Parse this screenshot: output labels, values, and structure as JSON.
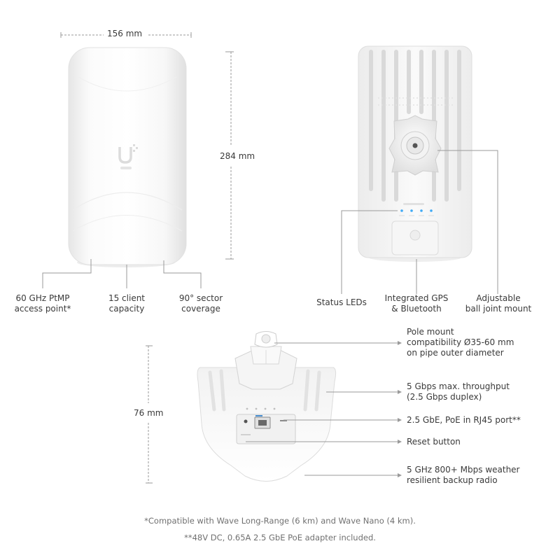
{
  "dimensions": {
    "width": "156 mm",
    "height": "284 mm",
    "depth": "76 mm"
  },
  "front_callouts": [
    {
      "line1": "60 GHz PtMP",
      "line2": "access point*"
    },
    {
      "line1": "15 client",
      "line2": "capacity"
    },
    {
      "line1": "90° sector",
      "line2": "coverage"
    }
  ],
  "back_callouts": [
    {
      "line1": "Status LEDs",
      "line2": ""
    },
    {
      "line1": "Integrated GPS",
      "line2": "& Bluetooth"
    },
    {
      "line1": "Adjustable",
      "line2": "ball joint mount"
    }
  ],
  "bottom_callouts": [
    {
      "line1": "Pole mount",
      "line2": "compatibility Ø35-60 mm",
      "line3": "on pipe outer diameter"
    },
    {
      "line1": "5 Gbps max. throughput",
      "line2": "(2.5 Gbps duplex)",
      "line3": ""
    },
    {
      "line1": "2.5 GbE, PoE in RJ45 port**",
      "line2": "",
      "line3": ""
    },
    {
      "line1": "Reset button",
      "line2": "",
      "line3": ""
    },
    {
      "line1": "5 GHz 800+ Mbps weather",
      "line2": "resilient backup radio",
      "line3": ""
    }
  ],
  "footnotes": [
    "*Compatible with Wave Long-Range (6 km) and Wave Nano (4 km).",
    "**48V DC, 0.65A 2.5 GbE PoE adapter included."
  ],
  "colors": {
    "line": "#9a9a9a",
    "device": "#f4f4f4",
    "led": "#3da9f5"
  }
}
